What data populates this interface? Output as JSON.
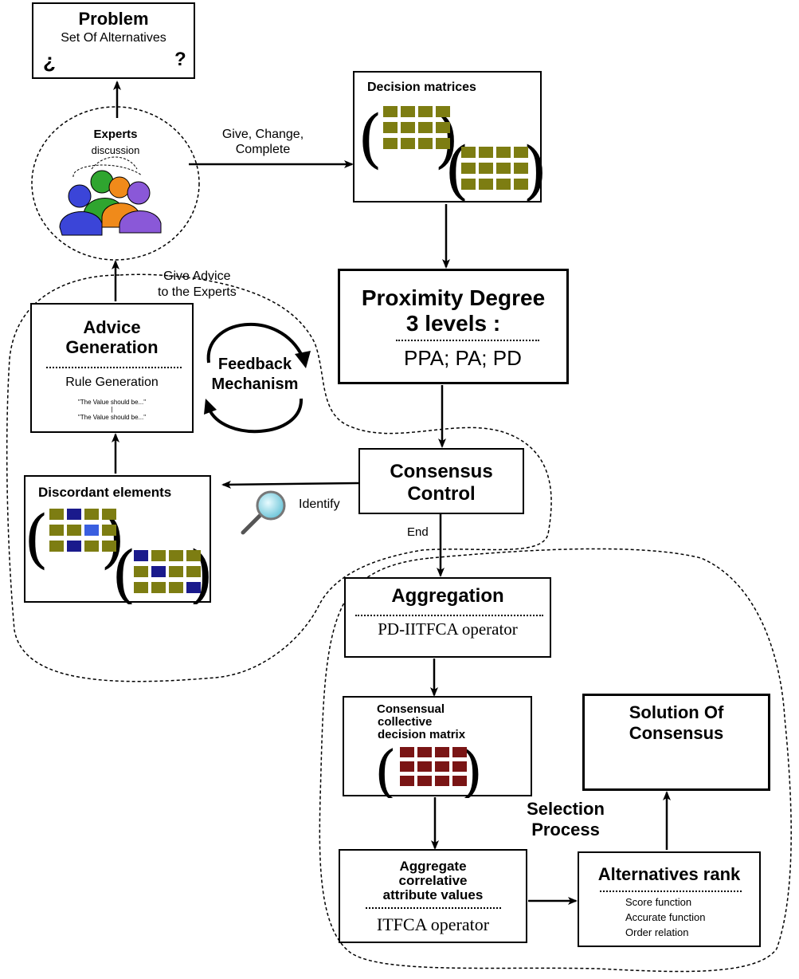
{
  "problem": {
    "title": "Problem",
    "subtitle": "Set Of Alternatives",
    "open_q": "¿",
    "close_q": "?"
  },
  "experts": {
    "title": "Experts",
    "sub": "discussion"
  },
  "arrow_labels": {
    "give_change": "Give, Change,",
    "complete": "Complete",
    "give_advice": "Give Advice",
    "to_experts": "to the Experts",
    "identify": "Identify",
    "end": "End",
    "selection": "Selection",
    "process": "Process"
  },
  "decision_matrices": {
    "title": "Decision matrices"
  },
  "proximity": {
    "line1": "Proximity Degree",
    "line2": "3 levels :",
    "levels": "PPA;  PA; PD"
  },
  "advice": {
    "line1": "Advice",
    "line2": "Generation",
    "rule": "Rule Generation",
    "ex1": "\"The Value should be...\"",
    "sep": "|",
    "ex2": "\"The Value should be...\""
  },
  "feedback": {
    "line1": "Feedback",
    "line2": "Mechanism"
  },
  "consensus_control": {
    "line1": "Consensus",
    "line2": "Control"
  },
  "discordant": {
    "title": "Discordant elements"
  },
  "aggregation": {
    "title": "Aggregation",
    "operator": "PD-IITFCA operator"
  },
  "consensual": {
    "line1": "Consensual",
    "line2": "collective",
    "line3": "decision matrix"
  },
  "solution": {
    "line1": "Solution Of",
    "line2": "Consensus"
  },
  "aggregate_values": {
    "line1": "Aggregate",
    "line2": "correlative",
    "line3": "attribute values",
    "operator": "ITFCA operator"
  },
  "alternatives_rank": {
    "title": "Alternatives rank",
    "items": [
      "Score function",
      "Accurate function",
      "Order relation"
    ]
  },
  "colors": {
    "olive": "#7d7d12",
    "dark_red": "#7a1515",
    "navy": "#1a1a8c",
    "blue": "#3a5fe0",
    "green": "#2fa52f",
    "pink": "#c4405a"
  }
}
